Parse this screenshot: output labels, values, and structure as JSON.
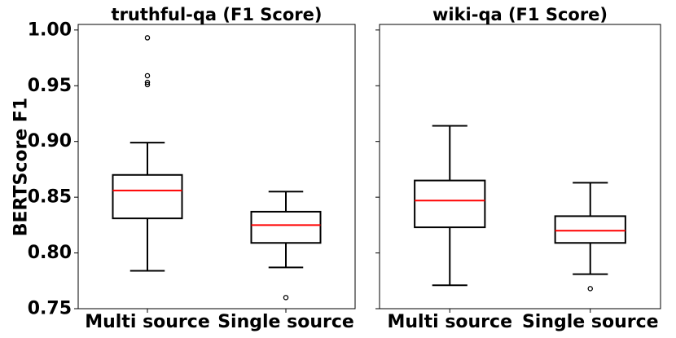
{
  "chart_data": {
    "ylabel": "BERTScore F1",
    "ylim": [
      0.75,
      1.005
    ],
    "yticks": [
      "0.75",
      "0.80",
      "0.85",
      "0.90",
      "0.95",
      "1.00"
    ],
    "type": "box",
    "median_color": "#ff0000",
    "panels": [
      {
        "title": "truthful-qa (F1 Score)",
        "categories": [
          "Multi source",
          "Single source"
        ],
        "boxes": [
          {
            "whisker_low": 0.784,
            "q1": 0.831,
            "median": 0.856,
            "q3": 0.87,
            "whisker_high": 0.899,
            "outliers": [
              0.993,
              0.959,
              0.953,
              0.951
            ]
          },
          {
            "whisker_low": 0.787,
            "q1": 0.809,
            "median": 0.825,
            "q3": 0.837,
            "whisker_high": 0.855,
            "outliers": [
              0.76
            ]
          }
        ]
      },
      {
        "title": "wiki-qa (F1 Score)",
        "categories": [
          "Multi source",
          "Single source"
        ],
        "boxes": [
          {
            "whisker_low": 0.771,
            "q1": 0.823,
            "median": 0.847,
            "q3": 0.865,
            "whisker_high": 0.914,
            "outliers": []
          },
          {
            "whisker_low": 0.781,
            "q1": 0.809,
            "median": 0.82,
            "q3": 0.833,
            "whisker_high": 0.863,
            "outliers": [
              0.768
            ]
          }
        ]
      }
    ]
  }
}
